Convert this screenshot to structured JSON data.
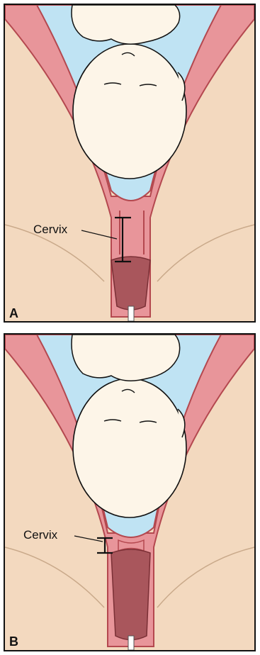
{
  "panels": [
    {
      "letter": "A",
      "cervix_label": "Cervix"
    },
    {
      "letter": "B",
      "cervix_label": "Cervix"
    }
  ],
  "colors": {
    "skin": "#f3d9bf",
    "uterus_wall": "#e8959a",
    "uterus_edge": "#b4484f",
    "amniotic": "#bfe3f3",
    "baby": "#fdf5e8",
    "vagina": "#a9565c",
    "outline": "#111111"
  }
}
